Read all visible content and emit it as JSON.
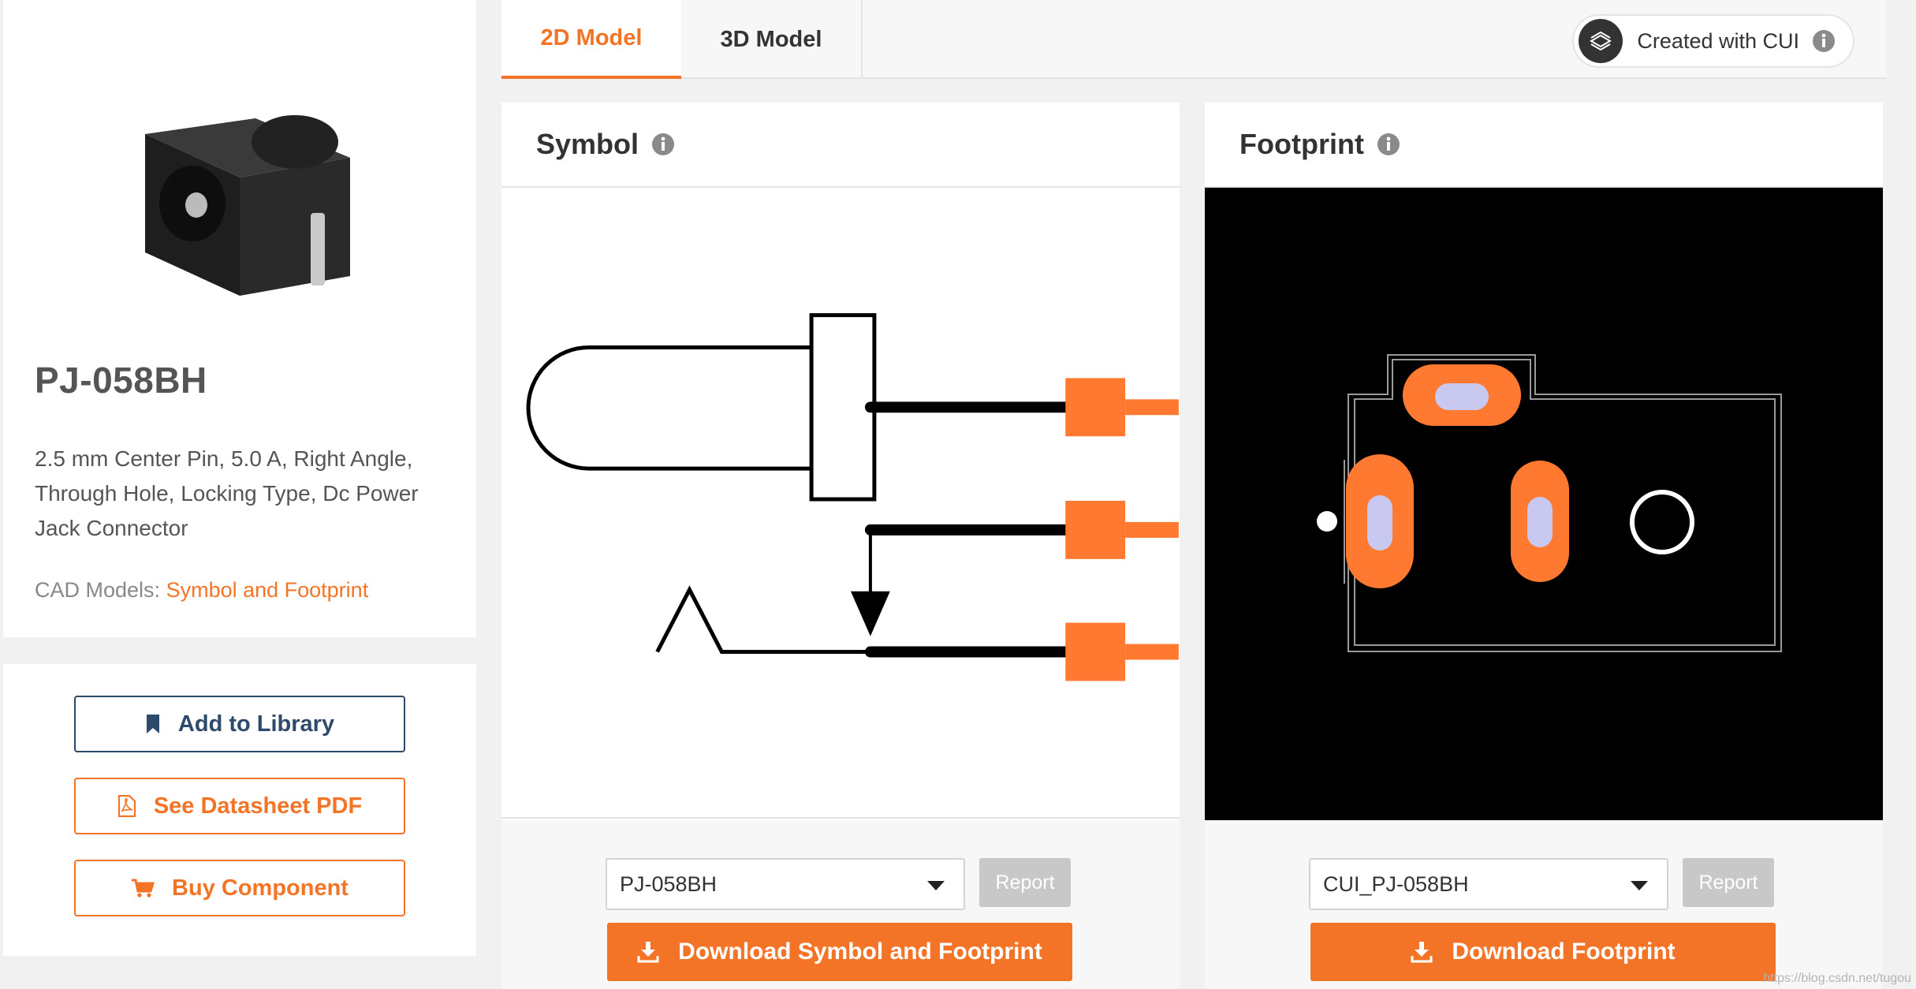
{
  "product": {
    "name": "PJ-058BH",
    "description": "2.5 mm Center Pin, 5.0 A, Right Angle, Through Hole, Locking Type, Dc Power Jack Connector",
    "cad_label": "CAD Models: ",
    "cad_link": "Symbol and Footprint"
  },
  "actions": {
    "add_library": "Add to Library",
    "datasheet": "See Datasheet PDF",
    "buy": "Buy Component"
  },
  "tabs": {
    "tab_2d": "2D Model",
    "tab_3d": "3D Model",
    "active": "2D Model"
  },
  "badge": {
    "label": "Created with CUI"
  },
  "symbol": {
    "title": "Symbol",
    "select_value": "PJ-058BH",
    "report": "Report",
    "download": "Download Symbol and Footprint"
  },
  "footprint": {
    "title": "Footprint",
    "select_value": "CUI_PJ-058BH",
    "report": "Report",
    "download": "Download Footprint"
  },
  "watermark": "https://blog.csdn.net/tugou",
  "colors": {
    "accent": "#f47427",
    "navy": "#2d4a6b",
    "pad": "#ff7a30",
    "drill": "#c8c8f0"
  }
}
